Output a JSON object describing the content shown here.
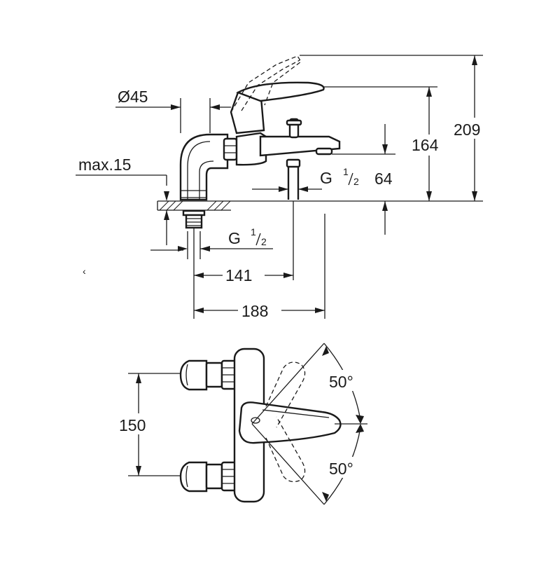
{
  "side_view": {
    "dia_label": "Ø45",
    "max_label": "max.15",
    "thread_top": {
      "base": "G",
      "num": "1",
      "den": "2"
    },
    "thread_bottom": {
      "base": "G",
      "num": "1",
      "den": "2"
    },
    "dim_64": "64",
    "dim_164": "164",
    "dim_209": "209",
    "dim_141": "141",
    "dim_188": "188"
  },
  "top_view": {
    "dim_150": "150",
    "angle_upper": "50°",
    "angle_lower": "50°"
  },
  "stray_mark": "‹"
}
